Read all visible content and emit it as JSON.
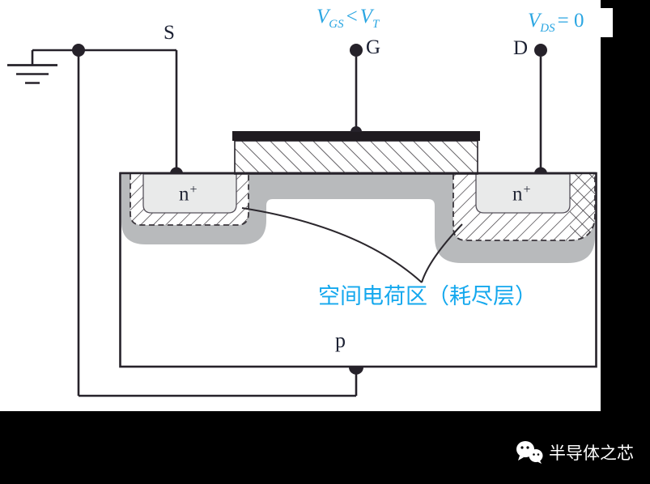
{
  "colors": {
    "formula_cyan": "#2ba6e2",
    "callout_cyan": "#14a8ee",
    "depletion_gray": "#b8babc",
    "nplus_fill": "#e9eaea",
    "line_dark": "#26222a",
    "band_black": "#000000",
    "watermark_white": "#ffffff"
  },
  "terminals": {
    "source": "S",
    "gate": "G",
    "drain": "D"
  },
  "regions": {
    "nplus_left": {
      "base": "n",
      "sup": "+"
    },
    "nplus_right": {
      "base": "n",
      "sup": "+"
    },
    "substrate": "p"
  },
  "annotations": {
    "vgs": {
      "base1": "V",
      "sub1": "GS",
      "op": "<",
      "base2": "V",
      "sub2": "T"
    },
    "vds": {
      "base": "V",
      "sub": "DS",
      "eq": "= 0"
    },
    "depletion_label": "空间电荷区（耗尽层）"
  },
  "icons": {
    "ground": "ground-symbol",
    "logo": "wechat-bubbles"
  },
  "watermark": {
    "text": "半导体之芯"
  }
}
